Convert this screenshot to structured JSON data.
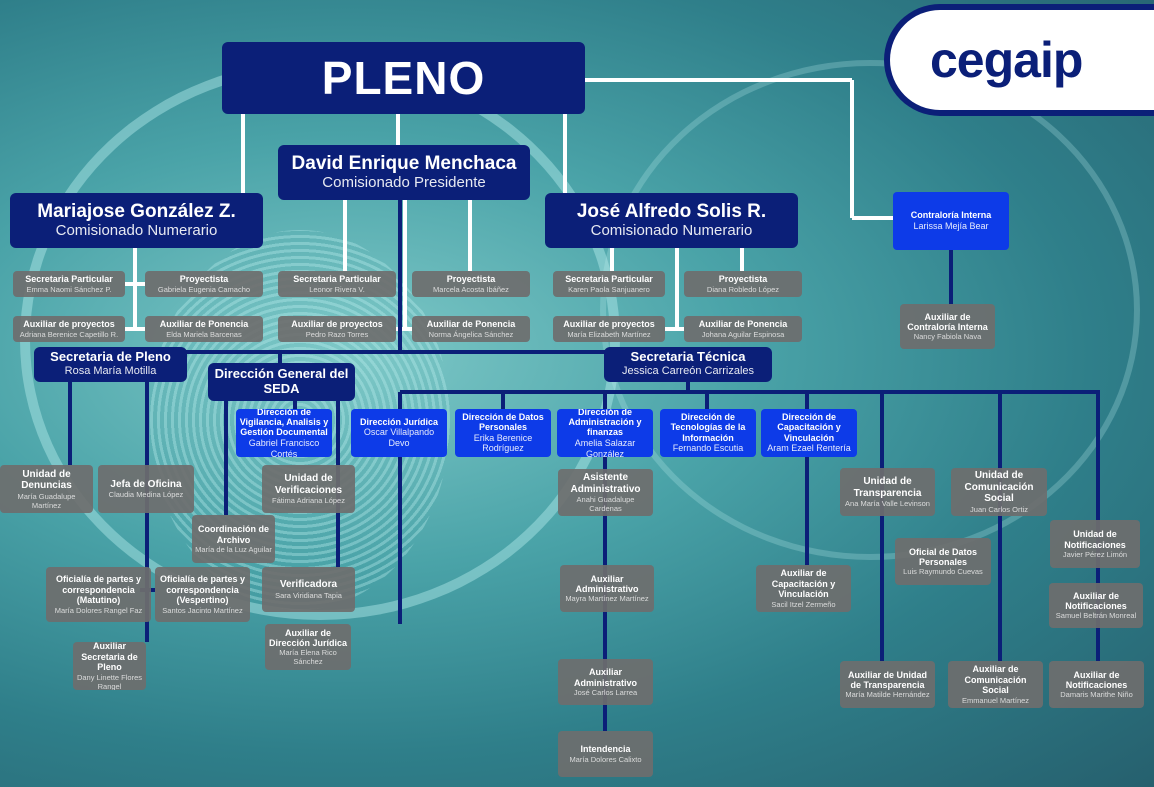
{
  "logo": {
    "text": "cegaip"
  },
  "nodes": {
    "pleno": {
      "title": "PLENO"
    },
    "presidente": {
      "title": "David Enrique Menchaca",
      "name": "Comisionado Presidente"
    },
    "mariajose": {
      "title": "Mariajose González Z.",
      "name": "Comisionado Numerario"
    },
    "josealfredo": {
      "title": "José Alfredo Solis R.",
      "name": "Comisionado Numerario"
    },
    "contraloria": {
      "title": "Contraloría Interna",
      "name": "Larissa Mejía Bear"
    },
    "sp1": {
      "title": "Secretaria Particular",
      "name": "Emma Naomi Sánchez P."
    },
    "pr1": {
      "title": "Proyectista",
      "name": "Gabriela Eugenia Camacho"
    },
    "ap1": {
      "title": "Auxiliar de proyectos",
      "name": "Adriana Berenice Capetillo R."
    },
    "apo1": {
      "title": "Auxiliar de Ponencia",
      "name": "Elda Mariela Barcenas"
    },
    "sp2": {
      "title": "Secretaria Particular",
      "name": "Leonor Rivera V."
    },
    "pr2": {
      "title": "Proyectista",
      "name": "Marcela Acosta Ibáñez"
    },
    "ap2": {
      "title": "Auxiliar de proyectos",
      "name": "Pedro Razo Torres"
    },
    "apo2": {
      "title": "Auxiliar de Ponencia",
      "name": "Norma Ángelica Sánchez"
    },
    "sp3": {
      "title": "Secretaria Particular",
      "name": "Karen Paola Sanjuanero"
    },
    "pr3": {
      "title": "Proyectista",
      "name": "Diana Robledo López"
    },
    "ap3": {
      "title": "Auxiliar de proyectos",
      "name": "María Elizabeth Martínez"
    },
    "apo3": {
      "title": "Auxiliar de Ponencia",
      "name": "Johana Aguilar Espinosa"
    },
    "auxcontraloria": {
      "title": "Auxiliar de Contraloría Interna",
      "name": "Nancy Fabiola Nava"
    },
    "secpleno": {
      "title": "Secretaria de Pleno",
      "name": "Rosa María Motilla"
    },
    "dirseda": {
      "title": "Dirección General del SEDA"
    },
    "sectecnica": {
      "title": "Secretaria Técnica",
      "name": "Jessica Carreón Carrizales"
    },
    "vigilancia": {
      "title": "Dirección de Vigilancia, Analisis y Gestión Documental",
      "name": "Gabriel Francisco Cortés"
    },
    "juridica": {
      "title": "Dirección Jurídica",
      "name": "Oscar Villalpando Devo"
    },
    "datos": {
      "title": "Dirección de Datos Personales",
      "name": "Erika Berenice Rodríguez"
    },
    "admin": {
      "title": "Dirección de Administración y finanzas",
      "name": "Amelia Salazar González"
    },
    "tecnologias": {
      "title": "Dirección de Tecnologías de la Información",
      "name": "Fernando Escutia"
    },
    "capacitacion": {
      "title": "Dirección de Capacitación y Vinculación",
      "name": "Aram Ezael Rentería"
    },
    "denuncias": {
      "title": "Unidad de Denuncias",
      "name": "María Guadalupe Martínez"
    },
    "jefa": {
      "title": "Jefa de Oficina",
      "name": "Claudia Medina López"
    },
    "verificaciones": {
      "title": "Unidad de Verificaciones",
      "name": "Fátima Adriana López"
    },
    "archivo": {
      "title": "Coordinación de Archivo",
      "name": "María de la Luz Aguilar"
    },
    "asistente": {
      "title": "Asistente Administrativo",
      "name": "Anahi Guadalupe Cardenas"
    },
    "transparencia": {
      "title": "Unidad de Transparencia",
      "name": "Ana María Valle Levinson"
    },
    "comunicacion": {
      "title": "Unidad de Comunicación Social",
      "name": "Juan Carlos Ortiz"
    },
    "matutino": {
      "title": "Oficialía de partes y correspondencia (Matutino)",
      "name": "María Dolores Rangel Faz"
    },
    "vespertino": {
      "title": "Oficialía de partes y correspondencia (Vespertino)",
      "name": "Santos Jacinto Martínez"
    },
    "verificadora": {
      "title": "Verificadora",
      "name": "Sara Viridiana Tapia"
    },
    "auxadmin1": {
      "title": "Auxiliar Administrativo",
      "name": "Mayra Martínez Martínez"
    },
    "auxcap": {
      "title": "Auxiliar de Capacitación y Vinculación",
      "name": "Sacil Itzel Zermeño"
    },
    "oficialdatos": {
      "title": "Oficial de Datos Personales",
      "name": "Luis Raymundo Cuevas"
    },
    "notificaciones": {
      "title": "Unidad de Notificaciones",
      "name": "Javier Pérez Limón"
    },
    "auxnotif1": {
      "title": "Auxiliar de Notificaciones",
      "name": "Samuel Beltrán Monreal"
    },
    "auxsecpleno": {
      "title": "Auxiliar Secretaria de Pleno",
      "name": "Dany Linette Flores Rangel"
    },
    "auxjuridica": {
      "title": "Auxiliar de Dirección Jurídica",
      "name": "María Elena Rico Sánchez"
    },
    "auxadmin2": {
      "title": "Auxiliar Administrativo",
      "name": "José Carlos Larrea"
    },
    "intendencia": {
      "title": "Intendencia",
      "name": "María Dolores Calixto"
    },
    "auxtransparencia": {
      "title": "Auxiliar de Unidad de Transparencia",
      "name": "María Matilde Hernández"
    },
    "auxcomunicacion": {
      "title": "Auxiliar de Comunicación Social",
      "name": "Emmanuel Martínez"
    },
    "auxnotif2": {
      "title": "Auxiliar de Notificaciones",
      "name": "Damaris Marithe Niño"
    }
  }
}
